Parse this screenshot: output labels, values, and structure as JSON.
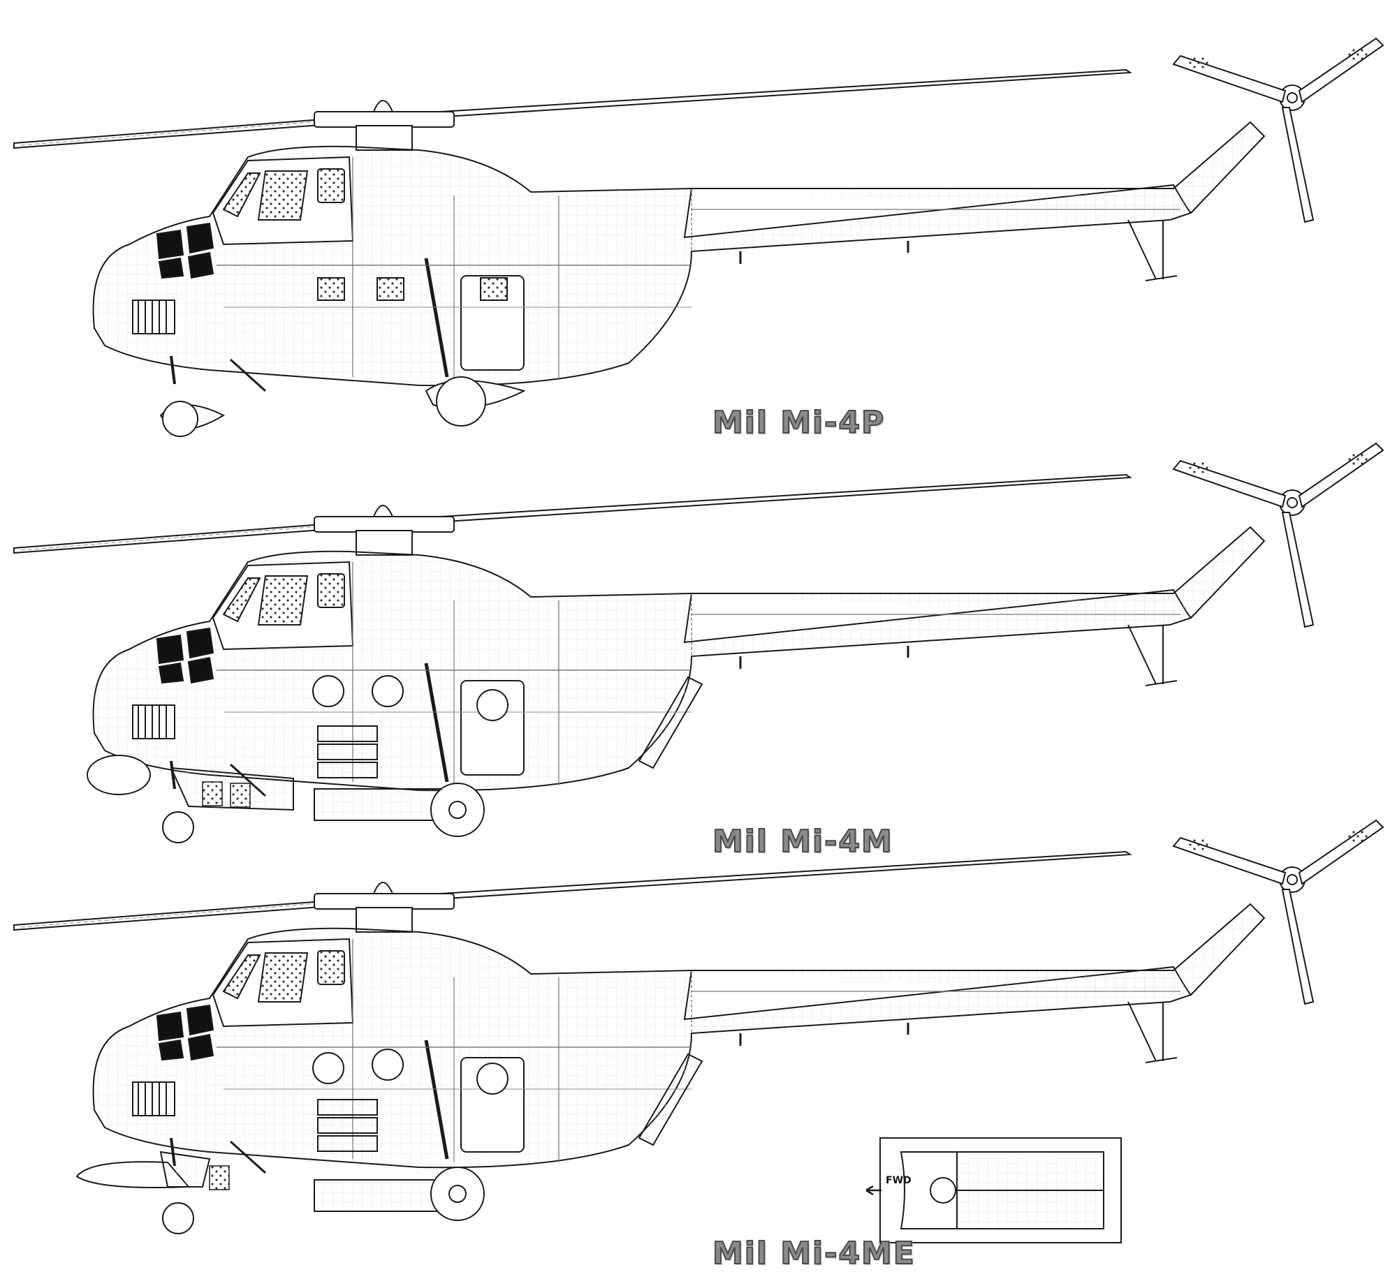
{
  "figure": {
    "views": [
      {
        "id": "mi-4p",
        "caption": "Mil Mi-4P"
      },
      {
        "id": "mi-4m",
        "caption": "Mil Mi-4M"
      },
      {
        "id": "mi-4me",
        "caption": "Mil Mi-4ME"
      }
    ],
    "inset": {
      "direction_label": "FWD"
    },
    "colors": {
      "line": "#1a1a1a",
      "hatch": "#555555",
      "caption": "#8a8a8a",
      "window_fill": "#111111"
    }
  }
}
